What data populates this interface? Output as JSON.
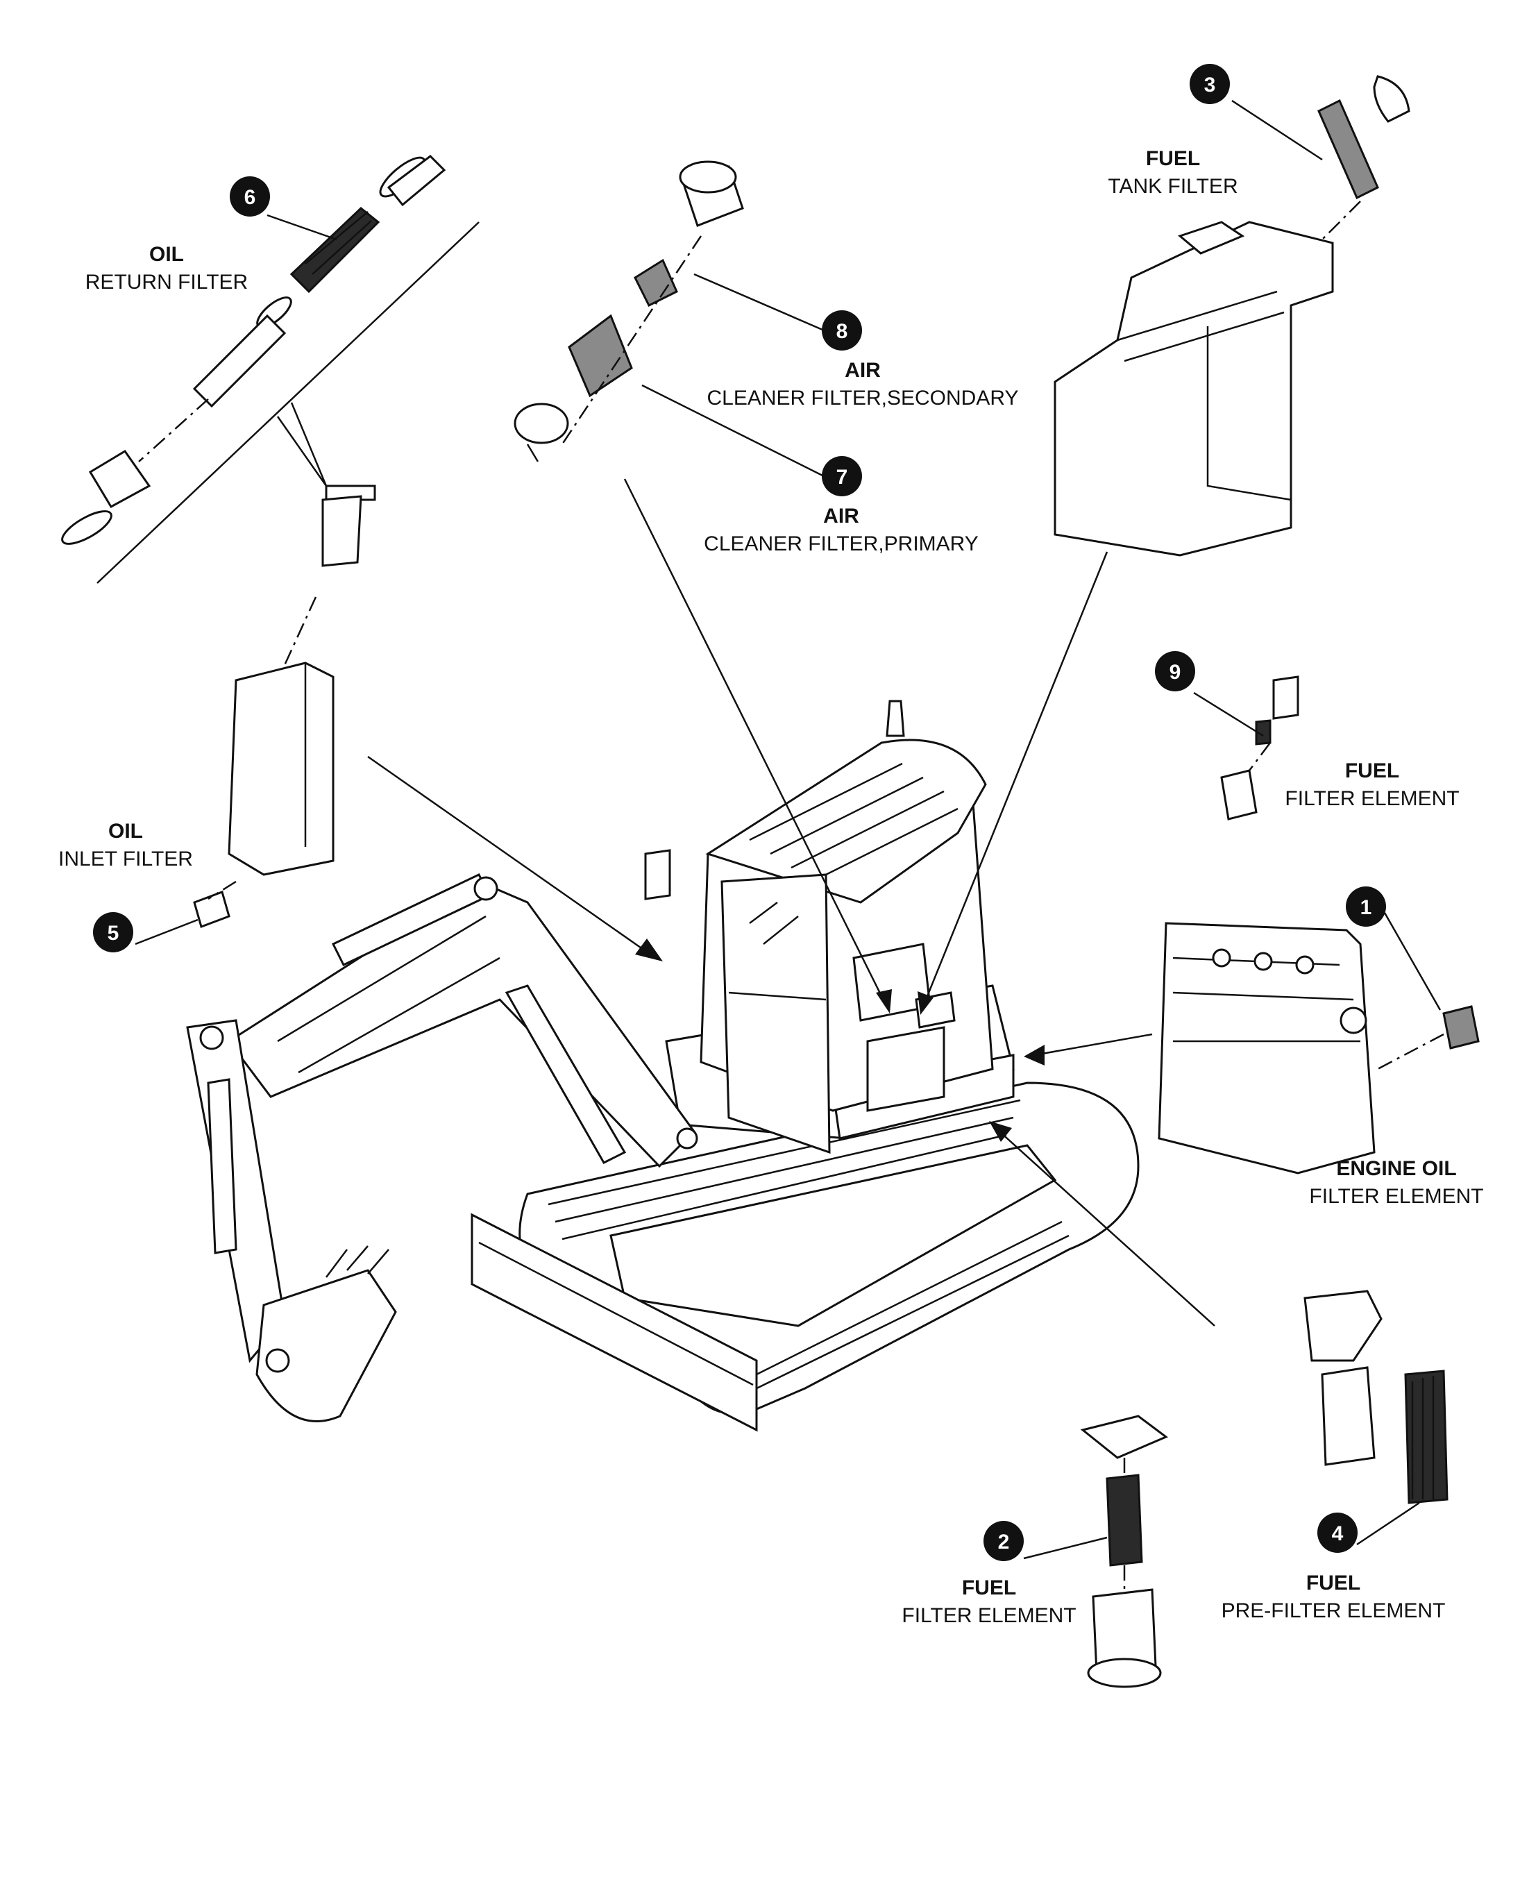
{
  "callouts": [
    {
      "num": "1",
      "title": "ENGINE OIL",
      "subtitle": "FILTER ELEMENT"
    },
    {
      "num": "2",
      "title": "FUEL",
      "subtitle": "FILTER ELEMENT"
    },
    {
      "num": "3",
      "title": "FUEL",
      "subtitle": "TANK FILTER"
    },
    {
      "num": "4",
      "title": "FUEL",
      "subtitle": "PRE-FILTER ELEMENT"
    },
    {
      "num": "5",
      "title": "OIL",
      "subtitle": "INLET FILTER"
    },
    {
      "num": "6",
      "title": "OIL",
      "subtitle": "RETURN FILTER"
    },
    {
      "num": "7",
      "title": "AIR",
      "subtitle": "CLEANER FILTER,PRIMARY"
    },
    {
      "num": "8",
      "title": "AIR",
      "subtitle": "CLEANER FILTER,SECONDARY"
    },
    {
      "num": "9",
      "title": "FUEL",
      "subtitle": "FILTER ELEMENT"
    }
  ],
  "colors": {
    "ink": "#111111",
    "background": "#ffffff",
    "badge": "#111111"
  }
}
